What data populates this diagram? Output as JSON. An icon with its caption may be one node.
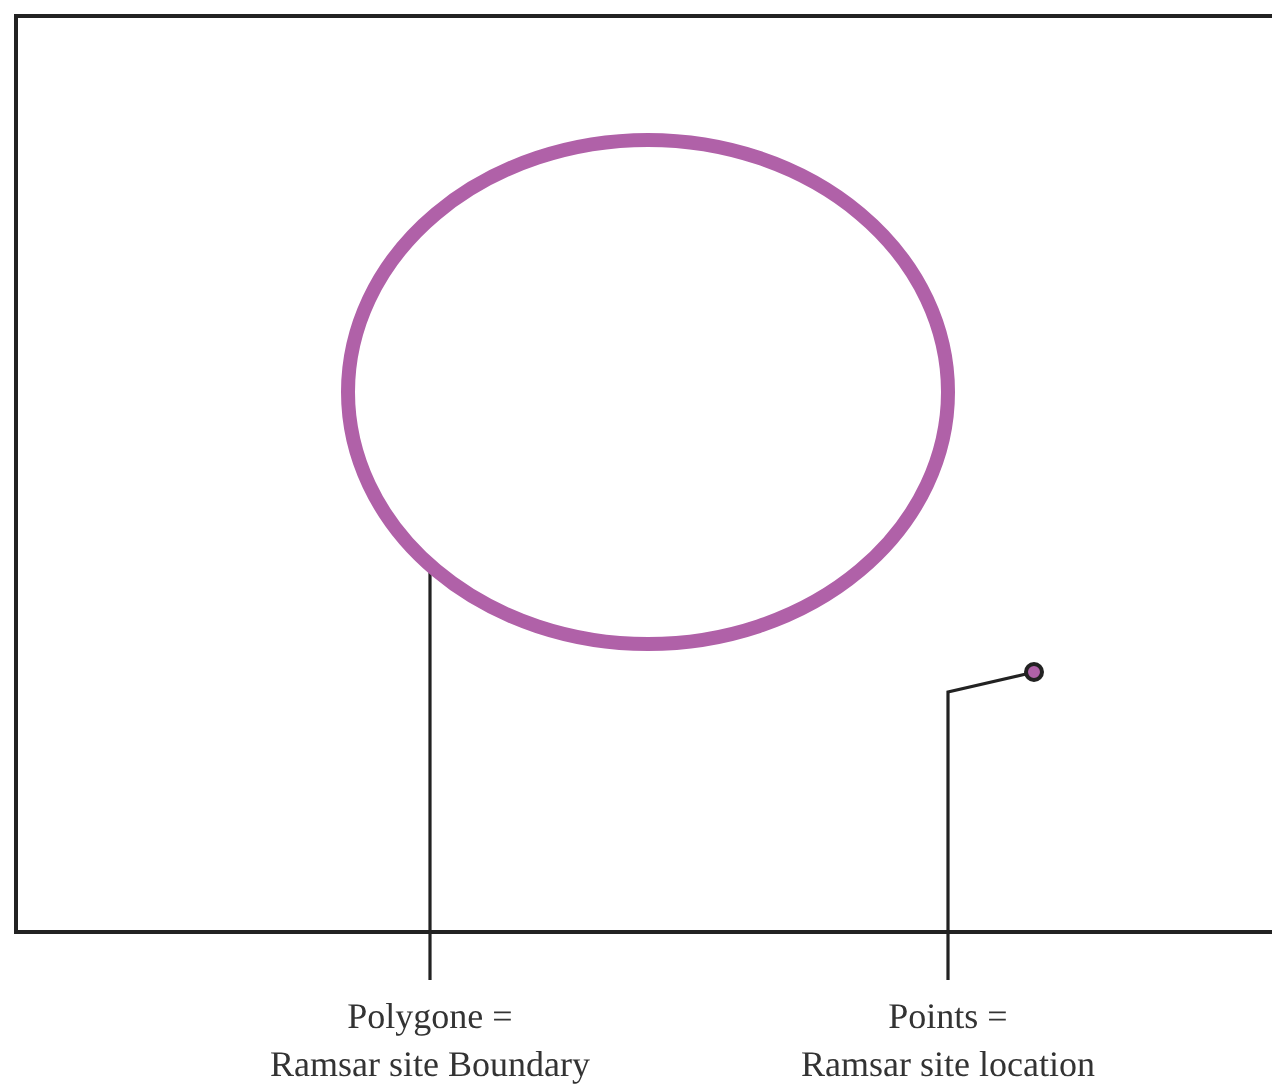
{
  "diagram": {
    "nodes": [
      {
        "text": [],
        "shape": "circle"
      },
      {
        "text": [],
        "shape": "circle"
      },
      {
        "text": [
          "Polygone =",
          "Ramsar site Boundary"
        ]
      },
      {
        "text": [
          "Points =",
          "Ramsar site location"
        ]
      }
    ],
    "edges": [
      {
        "from": 2,
        "to": 0,
        "arrow": "none"
      },
      {
        "from": 3,
        "to": 1,
        "arrow": "none"
      }
    ]
  }
}
